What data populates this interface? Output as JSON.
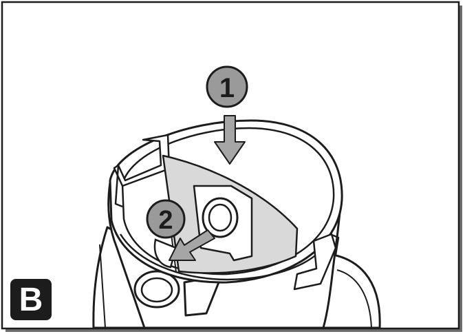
{
  "panel_label": "B",
  "steps": [
    {
      "number": "1",
      "action": "insert-down"
    },
    {
      "number": "2",
      "action": "slide-onto-inlet"
    }
  ],
  "colors": {
    "outline": "#1c1c1c",
    "badge_fill": "#9a9a9a",
    "bag_fill": "#d9d9d9",
    "arrow_fill": "#a6a6a6",
    "panel_badge": "#1c1c1c",
    "background": "#ffffff"
  }
}
